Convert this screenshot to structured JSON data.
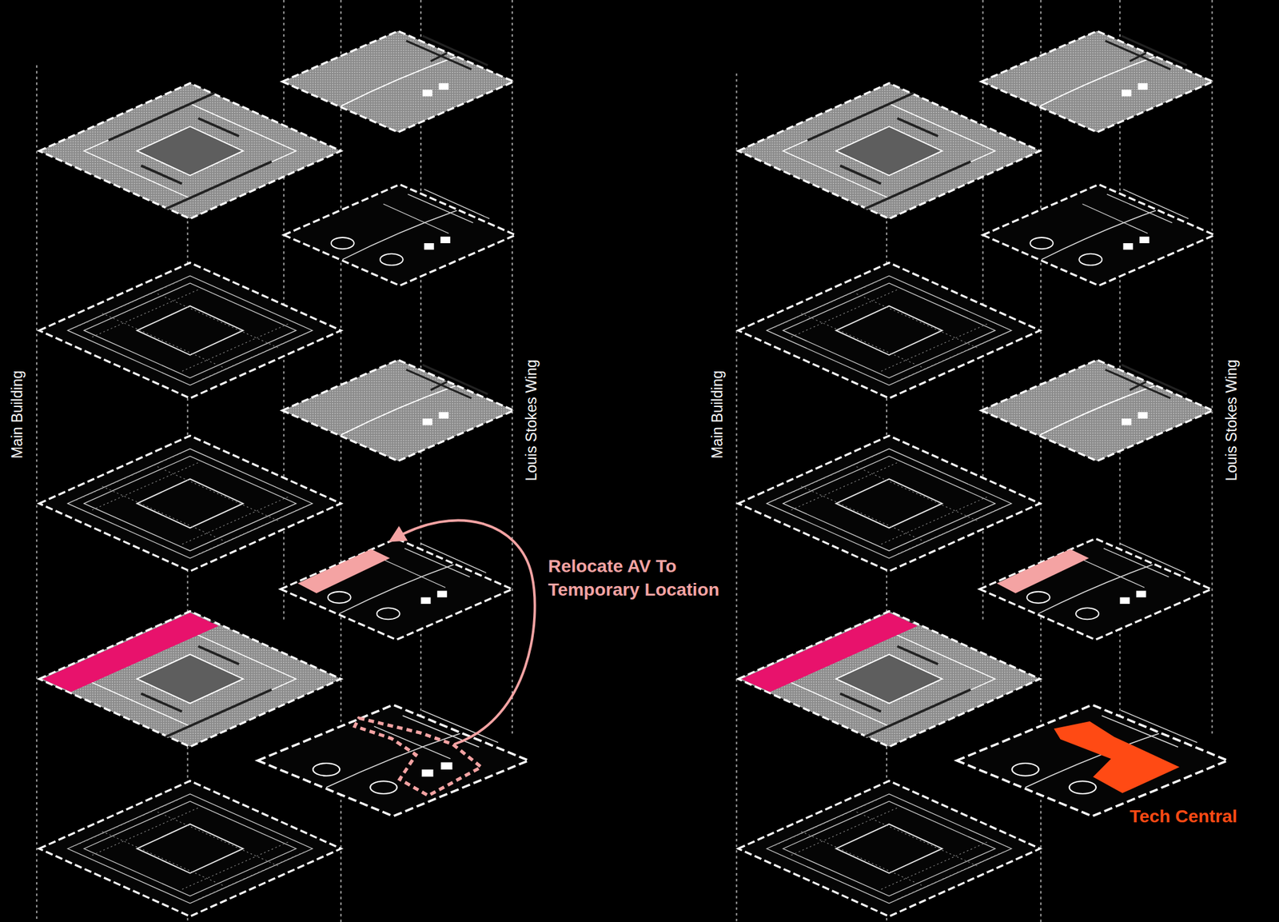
{
  "diagram": {
    "labels": [
      "Main Building",
      "Louis Stokes Wing",
      "Relocate AV To Temporary Location",
      "Main Building",
      "Louis Stokes Wing",
      "Tech Central"
    ]
  }
}
